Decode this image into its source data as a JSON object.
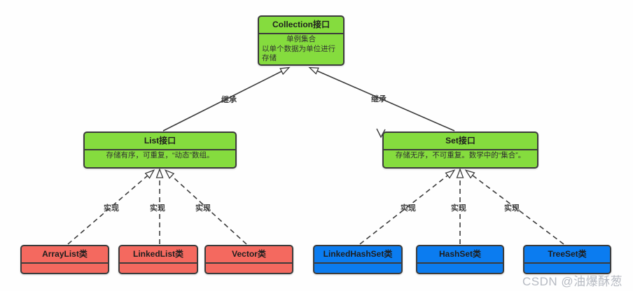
{
  "nodes": {
    "collection": {
      "title": "Collection接口",
      "body_line1": "单例集合",
      "body_line2": "以单个数据为单位进行存储"
    },
    "list": {
      "title": "List接口",
      "body": "存储有序，可重复，“动态”数组。"
    },
    "set": {
      "title": "Set接口",
      "body": "存储无序，不可重复。数学中的“集合”。"
    },
    "arraylist": {
      "title": "ArrayList类"
    },
    "linkedlist": {
      "title": "LinkedList类"
    },
    "vector": {
      "title": "Vector类"
    },
    "linkedhashset": {
      "title": "LinkedHashSet类"
    },
    "hashset": {
      "title": "HashSet类"
    },
    "treeset": {
      "title": "TreeSet类"
    }
  },
  "edges": {
    "inherit_left": {
      "label": "继承",
      "type": "inheritance",
      "style": "solid"
    },
    "inherit_right": {
      "label": "继承",
      "type": "inheritance",
      "style": "solid"
    },
    "impl_arraylist": {
      "label": "实现",
      "type": "realization",
      "style": "dashed"
    },
    "impl_linkedlist": {
      "label": "实现",
      "type": "realization",
      "style": "dashed"
    },
    "impl_vector": {
      "label": "实现",
      "type": "realization",
      "style": "dashed"
    },
    "impl_linkedhashset": {
      "label": "实现",
      "type": "realization",
      "style": "dashed"
    },
    "impl_hashset": {
      "label": "实现",
      "type": "realization",
      "style": "dashed"
    },
    "impl_treeset": {
      "label": "实现",
      "type": "realization",
      "style": "dashed"
    }
  },
  "watermark": "CSDN @油爆酥葱",
  "colors": {
    "interface_fill": "#85DC3E",
    "list_class_fill": "#F4695F",
    "set_class_fill": "#0B7CF0",
    "border": "#3C3C3C",
    "watermark_text": "#B6BAC2",
    "background": "#FEFEFE"
  }
}
